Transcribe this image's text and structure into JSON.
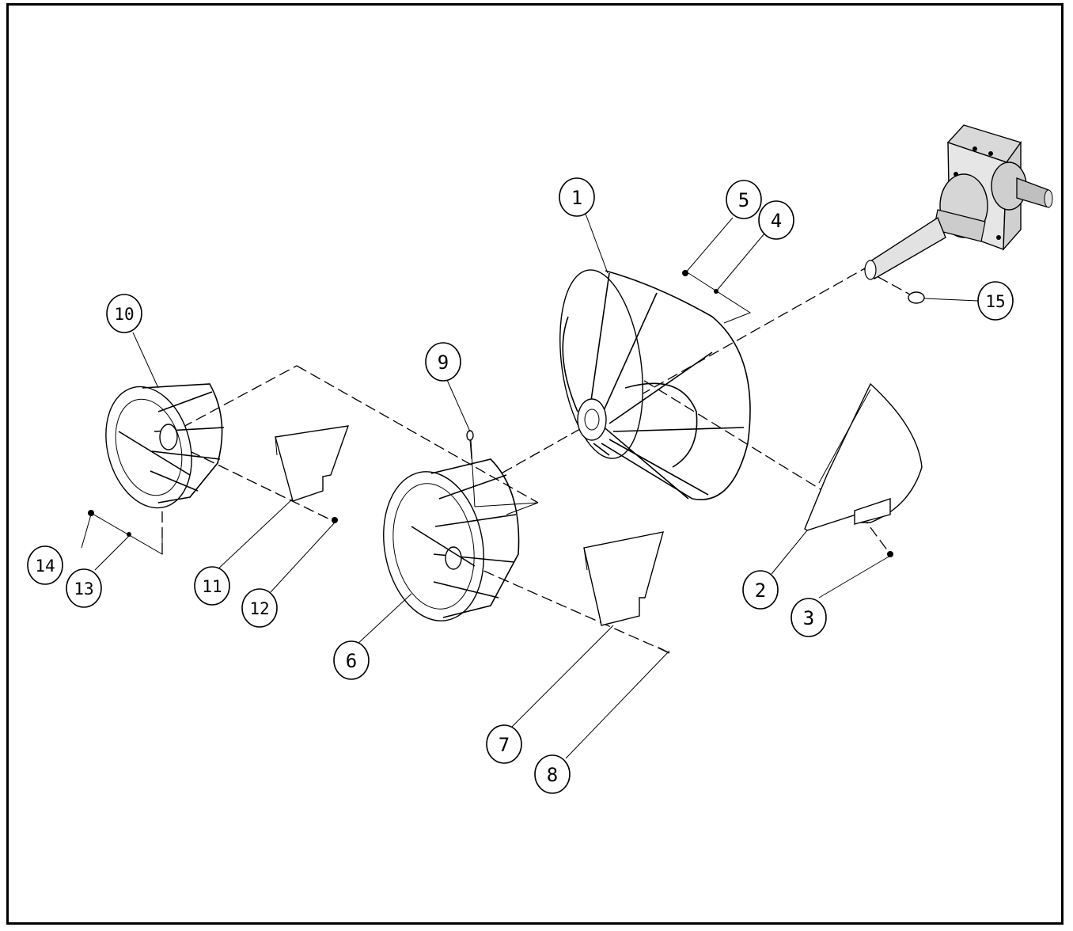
{
  "callouts": [
    {
      "id": "1",
      "label": "1"
    },
    {
      "id": "2",
      "label": "2"
    },
    {
      "id": "3",
      "label": "3"
    },
    {
      "id": "4",
      "label": "4"
    },
    {
      "id": "5",
      "label": "5"
    },
    {
      "id": "6",
      "label": "6"
    },
    {
      "id": "7",
      "label": "7"
    },
    {
      "id": "8",
      "label": "8"
    },
    {
      "id": "9",
      "label": "9"
    },
    {
      "id": "10",
      "label": "10"
    },
    {
      "id": "11",
      "label": "11"
    },
    {
      "id": "12",
      "label": "12"
    },
    {
      "id": "13",
      "label": "13"
    },
    {
      "id": "14",
      "label": "14"
    },
    {
      "id": "15",
      "label": "15"
    }
  ],
  "colors": {
    "line": "#000000",
    "background": "#ffffff",
    "gearbox_shade": "#d9d9d9"
  }
}
